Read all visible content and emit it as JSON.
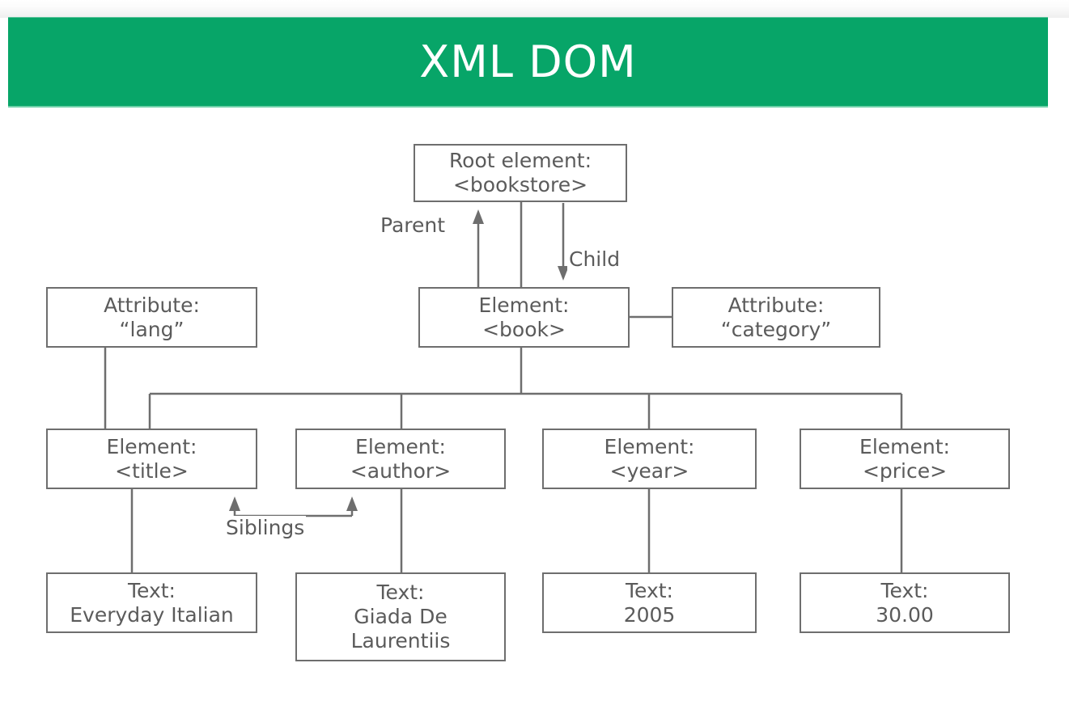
{
  "banner": {
    "title": "XML DOM",
    "background_color": "#07A568",
    "text_color": "#FFFFFF"
  },
  "diagram": {
    "type": "tree",
    "stroke_color": "#6E6E6E",
    "text_color": "#5B5B5B",
    "nodes": {
      "root": {
        "line1": "Root element:",
        "line2": "<bookstore>"
      },
      "attr_lang": {
        "line1": "Attribute:",
        "line2": "“lang”"
      },
      "book": {
        "line1": "Element:",
        "line2": "<book>"
      },
      "attr_category": {
        "line1": "Attribute:",
        "line2": "“category”"
      },
      "el_title": {
        "line1": "Element:",
        "line2": "<title>"
      },
      "el_author": {
        "line1": "Element:",
        "line2": "<author>"
      },
      "el_year": {
        "line1": "Element:",
        "line2": "<year>"
      },
      "el_price": {
        "line1": "Element:",
        "line2": "<price>"
      },
      "text_title": {
        "line1": "Text:",
        "line2": "Everyday Italian",
        "line3": ""
      },
      "text_author": {
        "line1": "Text:",
        "line2": "Giada De",
        "line3": "Laurentiis"
      },
      "text_year": {
        "line1": "Text:",
        "line2": "2005",
        "line3": ""
      },
      "text_price": {
        "line1": "Text:",
        "line2": "30.00",
        "line3": ""
      }
    },
    "edge_labels": {
      "parent": "Parent",
      "child": "Child",
      "siblings": "Siblings"
    }
  }
}
